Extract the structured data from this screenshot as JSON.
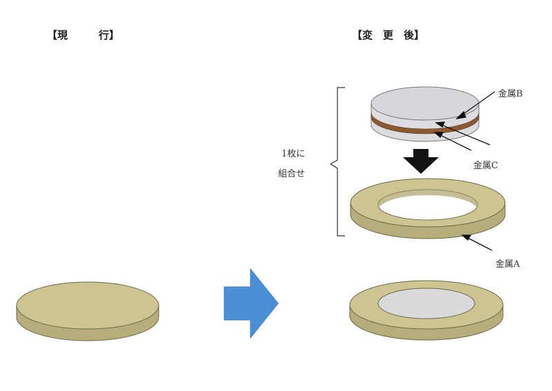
{
  "headings": {
    "current": "【現　　　行】",
    "changed": "【変　更　後】"
  },
  "labels": {
    "metal_a": "金属A",
    "metal_b": "金属B",
    "metal_c": "金属C",
    "combine_line1": "1枚に",
    "combine_line2": "組合せ"
  },
  "colors": {
    "brass": "#cdc494",
    "brass_side": "#b6ad7c",
    "silver": "#d9dadc",
    "copper": "#8a5a34",
    "arrow_blue": "#4a90d9",
    "arrow_black": "#111111"
  }
}
